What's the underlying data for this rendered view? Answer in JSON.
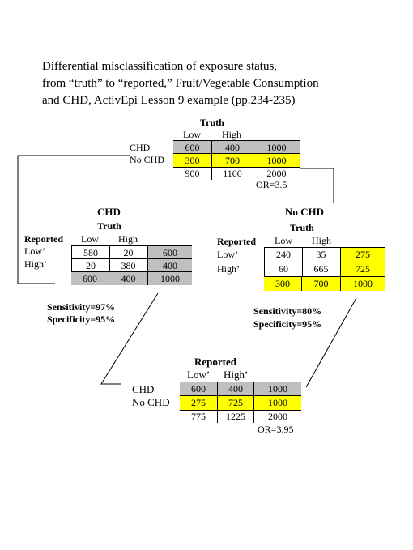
{
  "title_lines": [
    "Differential misclassification of exposure status,",
    "from “truth” to “reported,” Fruit/Vegetable Consumption",
    "and CHD, ActivEpi Lesson 9 example (pp.234-235)"
  ],
  "top": {
    "header": "Truth",
    "col_labels": [
      "Low",
      "High"
    ],
    "row_labels": [
      "CHD",
      "No CHD"
    ],
    "cells": [
      [
        "600",
        "400",
        "1000"
      ],
      [
        "300",
        "700",
        "1000"
      ]
    ],
    "totals": [
      "900",
      "1100",
      "2000"
    ],
    "or": "OR=3.5"
  },
  "chd": {
    "title": "CHD",
    "truth": "Truth",
    "reported": "Reported",
    "col_labels": [
      "Low",
      "High"
    ],
    "row_labels": [
      "Low’",
      "High’"
    ],
    "cells": [
      [
        "580",
        "20",
        "600"
      ],
      [
        "20",
        "380",
        "400"
      ]
    ],
    "totals": [
      "600",
      "400",
      "1000"
    ],
    "sensitivity": "Sensitivity=97%",
    "specificity": "Specificity=95%"
  },
  "nochd": {
    "title": "No CHD",
    "truth": "Truth",
    "reported": "Reported",
    "col_labels": [
      "Low",
      "High"
    ],
    "row_labels": [
      "Low’",
      "High’"
    ],
    "cells": [
      [
        "240",
        "35",
        "275"
      ],
      [
        "60",
        "665",
        "725"
      ]
    ],
    "totals": [
      "300",
      "700",
      "1000"
    ],
    "sensitivity": "Sensitivity=80%",
    "specificity": "Specificity=95%"
  },
  "bottom": {
    "header": "Reported",
    "col_labels": [
      "Low’",
      "High’"
    ],
    "row_labels": [
      "CHD",
      "No CHD"
    ],
    "cells": [
      [
        "600",
        "400",
        "1000"
      ],
      [
        "275",
        "725",
        "1000"
      ]
    ],
    "totals": [
      "775",
      "1225",
      "2000"
    ],
    "or": "OR=3.95"
  },
  "colors": {
    "gray": "#bfbfbf",
    "yellow": "#ffff00"
  }
}
